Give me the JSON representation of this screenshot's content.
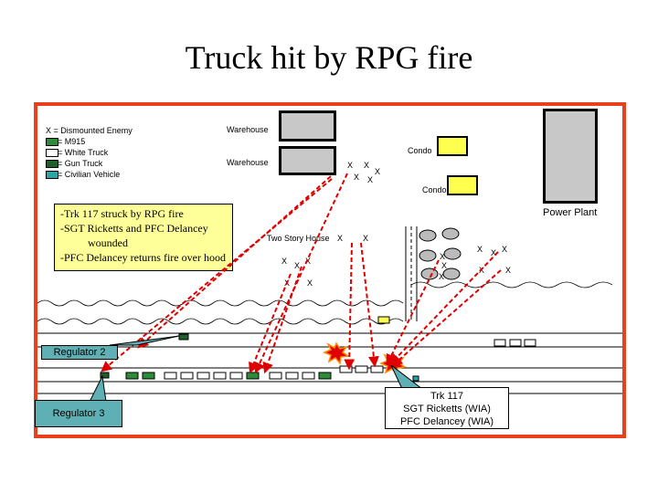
{
  "title": "Truck hit by RPG fire",
  "legend": {
    "enemy": "X = Dismounted Enemy",
    "m915": "= M915",
    "white_truck": "= White Truck",
    "gun_truck": "= Gun Truck",
    "civilian": "= Civilian Vehicle"
  },
  "labels": {
    "warehouse_1": "Warehouse",
    "warehouse_2": "Warehouse",
    "condo_1": "Condo",
    "condo_2": "Condo",
    "power_plant": "Power Plant",
    "two_story_house": "Two Story House"
  },
  "enemy_marker": "X",
  "note": {
    "line1": "-Trk 117 struck by RPG fire",
    "line2": "-SGT Ricketts and PFC Delancey",
    "line3": "wounded",
    "line4": "-PFC Delancey returns fire over hood"
  },
  "regulator_2": "Regulator 2",
  "regulator_3": "Regulator 3",
  "trk117": {
    "line1": "Trk 117",
    "line2": "SGT Ricketts (WIA)",
    "line3": "PFC Delancey (WIA)"
  },
  "colors": {
    "frame": "#e8401c",
    "fire_lines": "#e00000",
    "building": "#c8c8c8",
    "condo": "#ffff4d",
    "note_bg": "#ffff99",
    "callout": "#5fb0b4",
    "m915": "#2e8b3a",
    "gun_truck": "#1f5f2a"
  }
}
